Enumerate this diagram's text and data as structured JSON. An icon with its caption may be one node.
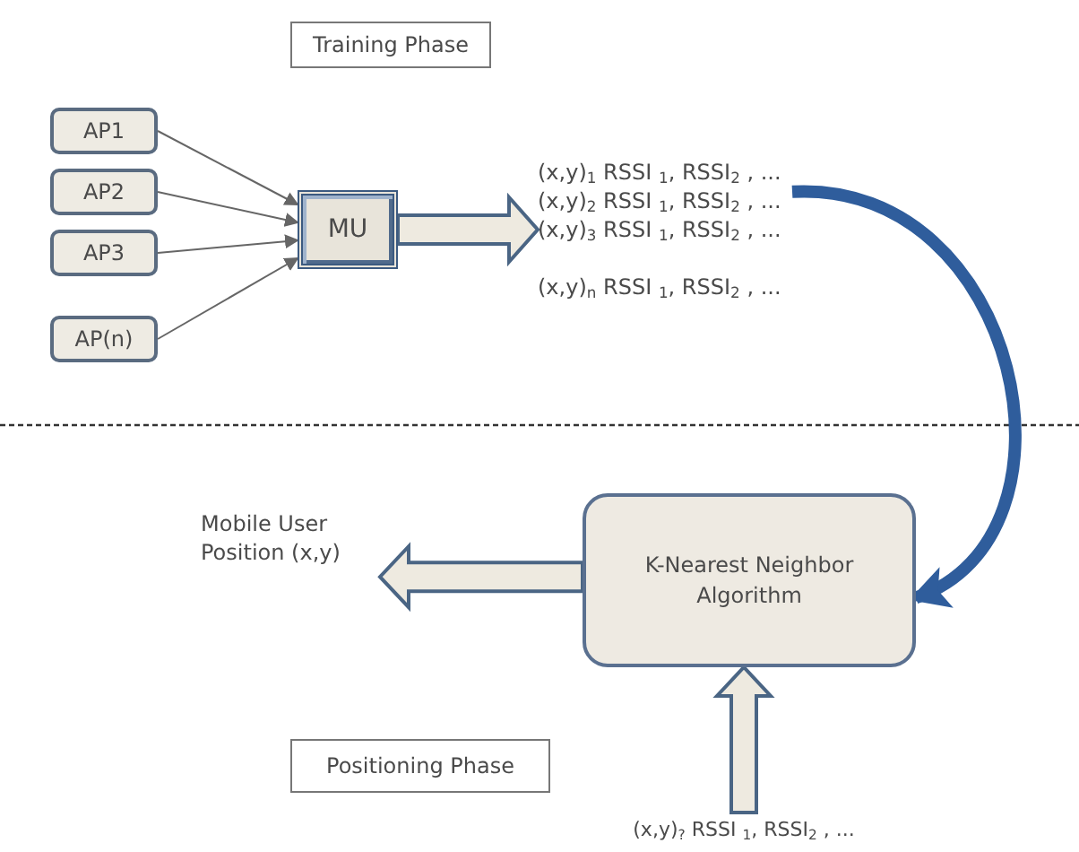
{
  "diagram": {
    "nodes": [
      {
        "text": [
          "Training Phase"
        ]
      },
      {
        "text": [
          "AP1"
        ]
      },
      {
        "text": [
          "AP2"
        ]
      },
      {
        "text": [
          "AP3"
        ]
      },
      {
        "text": [
          "AP(n)"
        ]
      },
      {
        "text": [
          "MU"
        ]
      },
      {
        "text": [
          "(x,y)$_{1}$  RSSI $_{1}$, RSSI$_{2}$ , ...",
          "(x,y)$_{2}$  RSSI $_{1}$, RSSI$_{2}$ , ...",
          "(x,y)$_{3}$  RSSI $_{1}$, RSSI$_{2}$ , ...",
          "(x,y)$_{n}$  RSSI $_{1}$, RSSI$_{2}$ , ..."
        ]
      },
      {
        "text": [
          "K-Nearest Neighbor Algorithm"
        ]
      },
      {
        "text": [
          "Mobile User Position (x,y)"
        ]
      },
      {
        "text": [
          "Positioning Phase"
        ]
      },
      {
        "text": [
          "(x,y)$_{?}$  RSSI $_{1}$, RSSI$_{2}$ , ..."
        ]
      }
    ],
    "edges": [
      {
        "from": 1,
        "to": 5,
        "arrow": "to"
      },
      {
        "from": 2,
        "to": 5,
        "arrow": "to"
      },
      {
        "from": 3,
        "to": 5,
        "arrow": "to"
      },
      {
        "from": 4,
        "to": 5,
        "arrow": "to"
      },
      {
        "from": 5,
        "to": 6,
        "arrow": "to",
        "style": "thick"
      },
      {
        "from": 6,
        "to": 7,
        "arrow": "to",
        "style": "thick",
        "color": "#2f5d9c"
      },
      {
        "from": 7,
        "to": 8,
        "arrow": "to",
        "style": "thick"
      },
      {
        "from": 10,
        "to": 7,
        "arrow": "to",
        "style": "thick"
      }
    ]
  }
}
